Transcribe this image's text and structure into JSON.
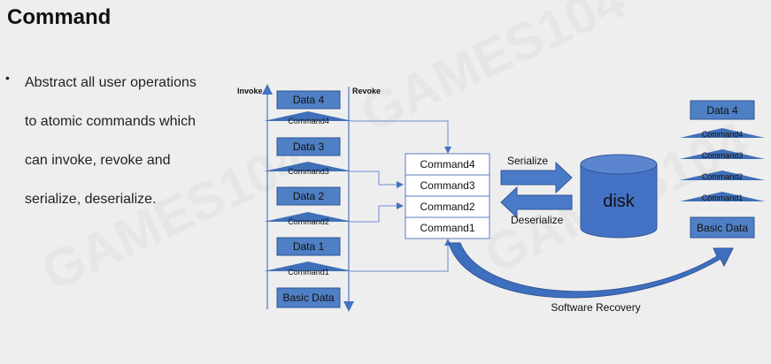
{
  "title": "Command",
  "bullet": {
    "lines": [
      "Abstract all user operations",
      "to atomic commands which",
      "can invoke, revoke and",
      "serialize, deserialize."
    ]
  },
  "diagram": {
    "invoke_label": "Invoke",
    "revoke_label": "Revoke",
    "left_stack": {
      "data": [
        "Data 4",
        "Data 3",
        "Data 2",
        "Data 1"
      ],
      "commands": [
        "Command4",
        "Command3",
        "Command2",
        "Command1"
      ],
      "base": "Basic Data"
    },
    "queue": [
      "Command4",
      "Command3",
      "Command2",
      "Command1"
    ],
    "serialize_label": "Serialize",
    "deserialize_label": "Deserialize",
    "disk_label": "disk",
    "right_stack": {
      "top": "Data 4",
      "commands": [
        "Command4",
        "Command3",
        "Command2",
        "Command1"
      ],
      "base": "Basic Data"
    },
    "recovery_label": "Software Recovery"
  },
  "watermark": "GAMES104",
  "colors": {
    "box_fill": "#4f7fc4",
    "box_stroke": "#2f5597",
    "triangle_fill": "#3f6fb8",
    "line": "#4472c4",
    "disk_fill": "#4472c4",
    "text_dark": "#111111"
  }
}
